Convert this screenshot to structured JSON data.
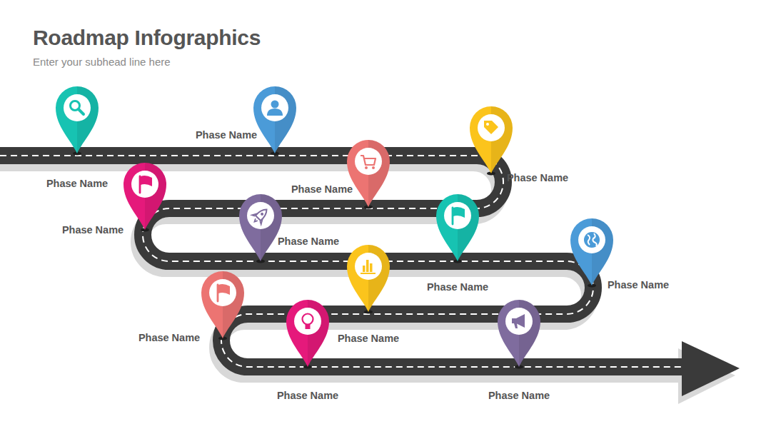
{
  "diagram": {
    "title": "Roadmap Infographics",
    "labels": [
      "Enter your subhead line here",
      "Phase Name",
      "Phase Name",
      "Phase Name",
      "Phase Name",
      "Phase Name",
      "Phase Name",
      "Phase Name",
      "Phase Name",
      "Phase Name",
      "Phase Name",
      "Phase Name",
      "Phase Name"
    ]
  }
}
